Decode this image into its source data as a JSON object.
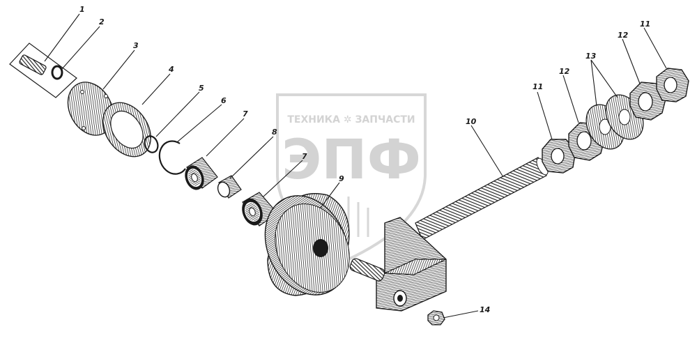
{
  "watermark": {
    "caption": "ТЕХНИКА ✲ ЗАПЧАСТИ",
    "logo": "ЭПФ"
  },
  "callouts": [
    "1",
    "2",
    "3",
    "4",
    "5",
    "6",
    "7",
    "8",
    "7",
    "9",
    "10",
    "11",
    "12",
    "13",
    "12",
    "11",
    "14"
  ],
  "colors": {
    "ink": "#1a1a1a",
    "watermark": "#d6d6d6",
    "hatch_fill": "#6e6e6e"
  }
}
